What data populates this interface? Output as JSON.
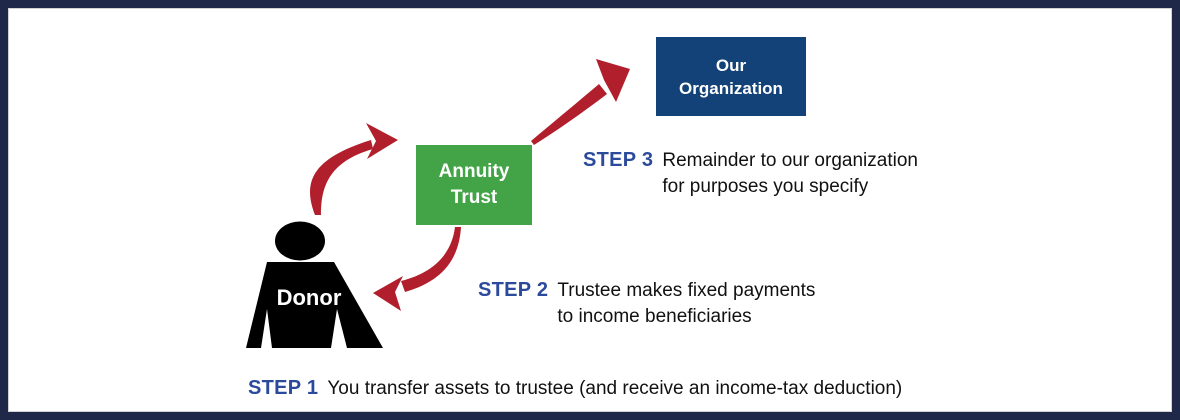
{
  "frame": {
    "background": "#ffffff",
    "border_color": "#1f2849"
  },
  "nodes": {
    "organization": {
      "line1": "Our",
      "line2": "Organization",
      "color": "#134279"
    },
    "annuity_trust": {
      "line1": "Annuity",
      "line2": "Trust",
      "color": "#43a447"
    },
    "donor": {
      "label": "Donor",
      "color": "#000000"
    }
  },
  "steps": {
    "step1": {
      "label": "STEP 1",
      "line1": "You transfer assets to trustee (and receive an income-tax deduction)"
    },
    "step2": {
      "label": "STEP 2",
      "line1": "Trustee makes fixed payments",
      "line2": "to income beneficiaries"
    },
    "step3": {
      "label": "STEP 3",
      "line1": "Remainder to our organization",
      "line2": "for purposes you specify"
    }
  },
  "arrows": {
    "donor_to_trust": "curved arrow from donor up to annuity trust",
    "trust_to_donor": "curved arrow from annuity trust down to donor",
    "trust_to_organization": "arrow from annuity trust up to our organization",
    "color": "#b01f2b"
  },
  "colors": {
    "step_label_blue": "#2b4a9c",
    "text_black": "#111111",
    "arrow_red": "#b01f2b",
    "box_green": "#43a447",
    "box_navy": "#134279",
    "frame_navy": "#1f2849"
  }
}
